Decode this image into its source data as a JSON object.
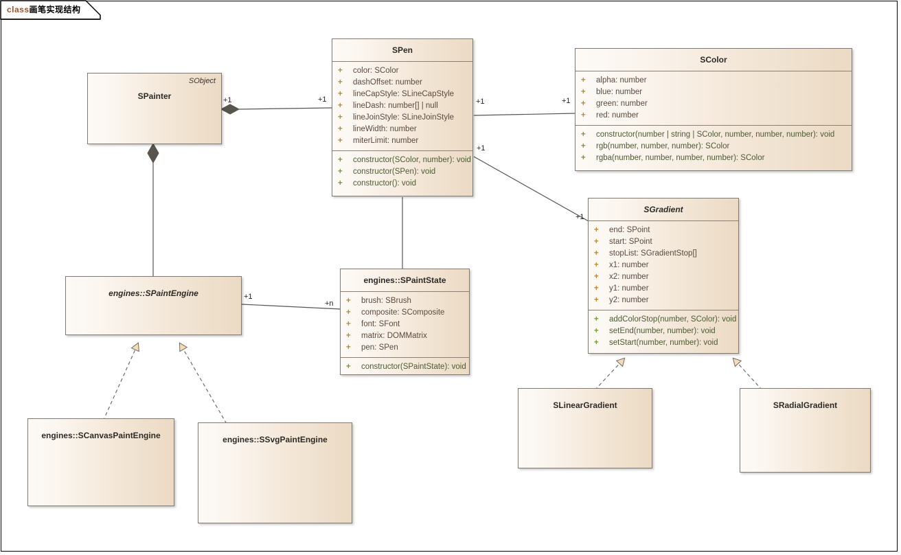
{
  "diagram": {
    "frame_label_keyword": "class",
    "frame_label_name": "画笔实现结构",
    "colors": {
      "box_fill_left": "#fdfaf7",
      "box_fill_right": "#ebdac4",
      "box_border": "#7d7a73",
      "attribute_text": "#5b4a3e",
      "method_text": "#4d5a34",
      "visibility_attr": "#c08a2c",
      "visibility_method": "#7a9a3a",
      "connector": "#555555",
      "arrow_fill": "#f4dcb8"
    }
  },
  "classes": {
    "spainter": {
      "name": "SPainter",
      "stereotype": "SObject",
      "attributes": [],
      "methods": []
    },
    "spen": {
      "name": "SPen",
      "attributes": [
        "color: SColor",
        "dashOffset: number",
        "lineCapStyle: SLineCapStyle",
        "lineDash: number[] | null",
        "lineJoinStyle: SLineJoinStyle",
        "lineWidth: number",
        "miterLimit: number"
      ],
      "methods": [
        "constructor(SColor, number): void",
        "constructor(SPen): void",
        "constructor(): void"
      ]
    },
    "scolor": {
      "name": "SColor",
      "attributes": [
        "alpha: number",
        "blue: number",
        "green: number",
        "red: number"
      ],
      "methods": [
        "constructor(number | string | SColor, number, number, number): void",
        "rgb(number, number, number): SColor",
        "rgba(number, number, number, number): SColor"
      ]
    },
    "sgradient": {
      "name": "SGradient",
      "attributes": [
        "end: SPoint",
        "start: SPoint",
        "stopList: SGradientStop[]",
        "x1: number",
        "x2: number",
        "y1: number",
        "y2: number"
      ],
      "methods": [
        "addColorStop(number, SColor): void",
        "setEnd(number, number): void",
        "setStart(number, number): void"
      ]
    },
    "spaintengine": {
      "name": "engines::SPaintEngine",
      "attributes": [],
      "methods": []
    },
    "spaintstate": {
      "name": "engines::SPaintState",
      "attributes": [
        "brush: SBrush",
        "composite: SComposite",
        "font: SFont",
        "matrix: DOMMatrix",
        "pen: SPen"
      ],
      "methods": [
        "constructor(SPaintState): void"
      ]
    },
    "scanvaspaintengine": {
      "name": "engines::SCanvasPaintEngine",
      "attributes": [],
      "methods": []
    },
    "ssvgpaintengine": {
      "name": "engines::SSvgPaintEngine",
      "attributes": [],
      "methods": []
    },
    "slineargradient": {
      "name": "SLinearGradient",
      "attributes": [],
      "methods": []
    },
    "sradialgradient": {
      "name": "SRadialGradient",
      "attributes": [],
      "methods": []
    }
  },
  "multiplicities": {
    "painter_pen_src": "+1",
    "painter_pen_dst": "+1",
    "pen_color_src": "+1",
    "pen_color_dst": "+1",
    "pen_gradient_src": "+1",
    "pen_gradient_dst": "+1",
    "engine_state_src": "+1",
    "engine_state_dst": "+n"
  },
  "visibility": {
    "public": "+"
  }
}
